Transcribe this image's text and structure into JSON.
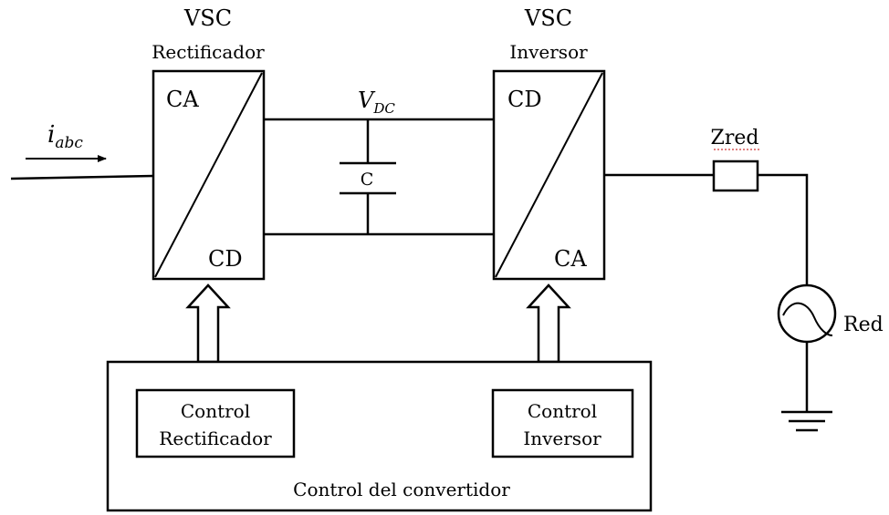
{
  "rectifier": {
    "header": "VSC",
    "subheader": "Rectificador",
    "input_label": "CA",
    "output_label": "CD"
  },
  "inverter": {
    "header": "VSC",
    "subheader": "Inversor",
    "input_label": "CD",
    "output_label": "CA"
  },
  "dc_link": {
    "voltage_symbol": "V",
    "voltage_subscript": "DC",
    "capacitor_label": "C"
  },
  "input": {
    "current_symbol": "i",
    "current_subscript": "abc"
  },
  "grid": {
    "impedance_label": "Zred",
    "source_label": "Red"
  },
  "control": {
    "outer_label": "Control del convertidor",
    "rectifier_control_line1": "Control",
    "rectifier_control_line2": "Rectificador",
    "inverter_control_line1": "Control",
    "inverter_control_line2": "Inversor"
  }
}
